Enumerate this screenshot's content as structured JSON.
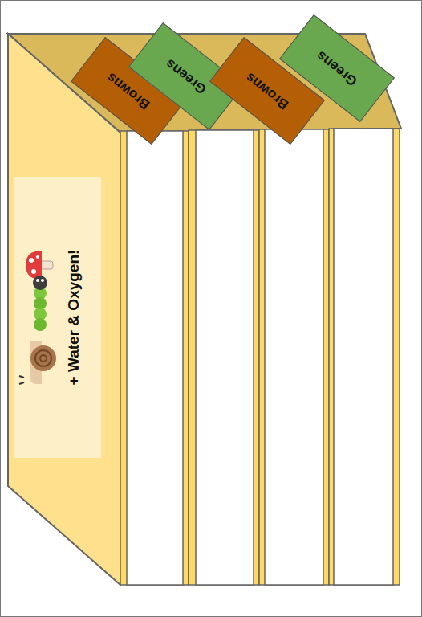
{
  "diagram": {
    "nodes": [
      {
        "text": [
          "Browns"
        ]
      },
      {
        "text": [
          "Greens"
        ]
      },
      {
        "text": [
          "Browns"
        ]
      },
      {
        "text": [
          "Greens"
        ]
      },
      {
        "text": [
          "+ Water & Oxygen!"
        ]
      }
    ]
  }
}
